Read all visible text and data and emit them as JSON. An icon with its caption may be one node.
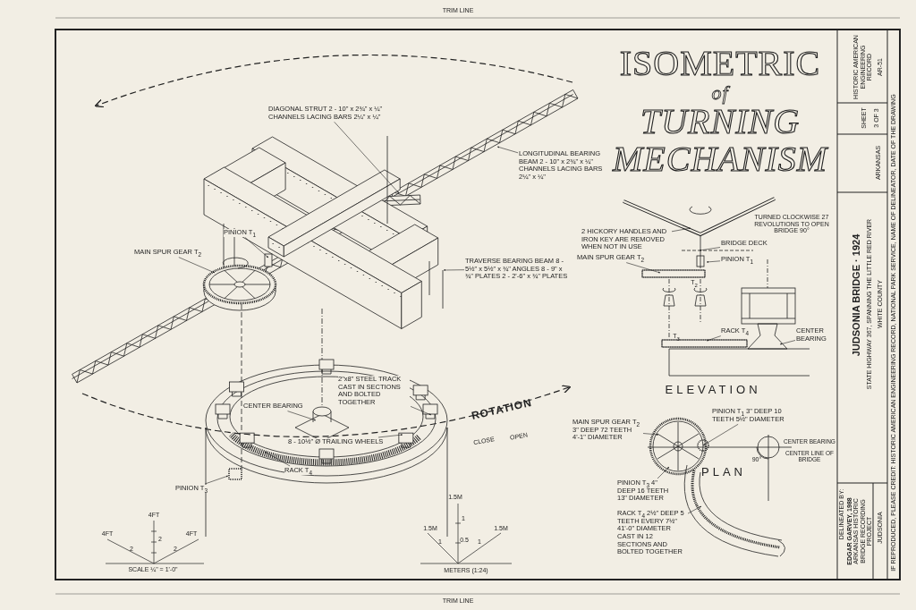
{
  "diagram": {
    "title": "ISOMETRIC *of* *TURNING MECHANISM*",
    "nodes": [
      {
        "text": [
          "DIAGONAL STRUT 2 - 10\" x 2¾\" x ¼\" CHANNELS LACING BARS 2¼\" x ¼\""
        ]
      },
      {
        "text": [
          "LONGITUDINAL BEARING BEAM 2 - 10\" x 2¾\" x ¼\" CHANNELS LACING BARS 2¼\" x ¼\""
        ]
      },
      {
        "text": [
          "MAIN SPUR GEAR T$_{2}$"
        ]
      },
      {
        "text": [
          "PINION T$_{1}$"
        ]
      },
      {
        "text": [
          "TRAVERSE BEARING BEAM 8 - 5½\" x 5½\" x ¾\" ANGLES 8 - 9\" x ¾\" PLATES 2 - 2'-6\" x ¾\" PLATES"
        ]
      },
      {
        "text": [
          "CENTER BEARING"
        ]
      },
      {
        "text": [
          "2\"x8\" STEEL TRACK CAST IN SECTIONS AND BOLTED TOGETHER"
        ]
      },
      {
        "text": [
          "8 - 10½\" Ø TRAILING WHEELS"
        ]
      },
      {
        "text": [
          "RACK T$_{4}$"
        ]
      },
      {
        "text": [
          "PINION T$_{3}$"
        ]
      },
      {
        "text": [
          "2 HICKORY HANDLES AND IRON KEY ARE REMOVED WHEN NOT IN USE"
        ]
      },
      {
        "text": [
          "BRIDGE DECK"
        ]
      },
      {
        "text": [
          "MAIN SPUR GEAR T$_{2}$"
        ]
      },
      {
        "text": [
          "PINION T$_{1}$"
        ]
      },
      {
        "text": [
          "RACK T$_{4}$"
        ]
      },
      {
        "text": [
          "CENTER BEARING"
        ]
      },
      {
        "text": [
          "MAIN SPUR GEAR T$_{2}$ 3\" DEEP 72 TEETH 4'-1\" DIAMETER"
        ]
      },
      {
        "text": [
          "PINION T$_{1}$ 3\" DEEP 10 TEETH 5½\" DIAMETER"
        ]
      },
      {
        "text": [
          "PINION T$_{3}$ 4\" DEEP 16 TEETH 13\" DIAMETER"
        ]
      },
      {
        "text": [
          "RACK T$_{4}$ 2½\" DEEP 5 TEETH EVERY 7½\" 41'-0\" DIAMETER CAST IN 12 SECTIONS AND BOLTED TOGETHER"
        ]
      }
    ],
    "edges": [
      {
        "from": 0,
        "to": null,
        "arrow": "to"
      },
      {
        "from": 1,
        "to": null,
        "arrow": "to"
      },
      {
        "from": 2,
        "to": null,
        "arrow": "to"
      },
      {
        "from": 3,
        "to": null,
        "arrow": "to"
      },
      {
        "from": 4,
        "to": null,
        "arrow": "to"
      },
      {
        "from": 5,
        "to": null,
        "arrow": "to"
      },
      {
        "from": 6,
        "to": null,
        "arrow": "to"
      },
      {
        "from": 7,
        "to": null,
        "arrow": "to"
      },
      {
        "from": 8,
        "to": null,
        "arrow": "to"
      },
      {
        "from": 9,
        "to": null,
        "arrow": "to"
      },
      {
        "from": 10,
        "to": null,
        "arrow": "to"
      },
      {
        "from": 11,
        "to": null,
        "arrow": "to"
      },
      {
        "from": 12,
        "to": null,
        "arrow": "to"
      },
      {
        "from": 13,
        "to": null,
        "arrow": "to"
      },
      {
        "from": 14,
        "to": null,
        "arrow": "to"
      },
      {
        "from": 15,
        "to": null,
        "arrow": "to"
      },
      {
        "from": 16,
        "to": null,
        "arrow": "to"
      },
      {
        "from": 17,
        "to": null,
        "arrow": "to"
      },
      {
        "from": 18,
        "to": null,
        "arrow": "to"
      },
      {
        "from": 19,
        "to": null,
        "arrow": "to"
      }
    ],
    "labels": [
      "TRIM LINE",
      "TURNED CLOCKWISE 27 REVOLUTIONS TO OPEN BRIDGE 90°",
      "T$_{2}$",
      "T$_{3}$",
      "ELEVATION",
      "ROTATION",
      "OPEN",
      "CLOSE",
      "CENTER BEARING",
      "CENTER LINE OF BRIDGE",
      "90°",
      "PLAN",
      "4FT",
      "4FT",
      "2",
      "4FT",
      "2",
      "2",
      "SCALE ¼\" = 1'-0\"",
      "1.5M",
      "1",
      "1.5M",
      "1.5M",
      "1",
      "0.5",
      "1",
      "METERS (1:24)",
      "HISTORIC AMERICAN ENGINEERING RECORD",
      "AR-51",
      "SHEET",
      "3 OF 3",
      "ARKANSAS",
      "JUDSONIA BRIDGE · 1924",
      "STATE HIGHWAY 367, SPANNING THE LITTLE RED RIVER",
      "WHITE COUNTY",
      "JUDSONIA",
      "IF REPRODUCED, PLEASE CREDIT: HISTORIC AMERICAN ENGINEERING RECORD, NATIONAL PARK SERVICE, NAME OF DELINEATOR, DATE OF THE DRAWING",
      "DELINEATED BY:",
      "EDGAR GARVEY, 1988",
      "ARKANSAS HISTORIC BRIDGE RECORDING PROJECT",
      "TRIM LINE"
    ]
  }
}
